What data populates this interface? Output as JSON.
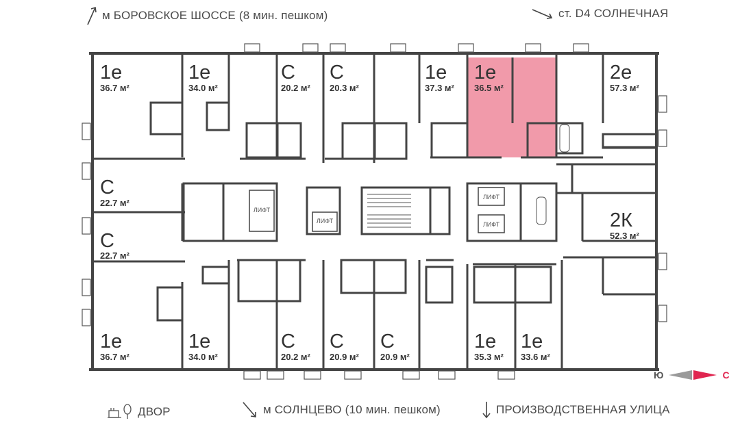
{
  "nav": {
    "top_left": "м БОРОВСКОЕ ШОССЕ (8 мин. пешком)",
    "top_right": "ст. D4 СОЛНЕЧНАЯ",
    "bottom_left": "ДВОР",
    "bottom_middle": "м СОЛНЦЕВО (10 мин. пешком)",
    "bottom_right": "ПРОИЗВОДСТВЕННАЯ УЛИЦА"
  },
  "compass": {
    "left": "Ю",
    "right": "С"
  },
  "lift_label": "ЛИФТ",
  "colors": {
    "highlight": "#f0a0b0",
    "wall": "#444444",
    "accent": "#e02650"
  },
  "apartments": [
    {
      "id": "a1",
      "type": "1е",
      "area": "36.7 м²"
    },
    {
      "id": "a2",
      "type": "1е",
      "area": "34.0 м²"
    },
    {
      "id": "a3",
      "type": "С",
      "area": "20.2 м²"
    },
    {
      "id": "a4",
      "type": "С",
      "area": "20.3 м²"
    },
    {
      "id": "a5",
      "type": "1е",
      "area": "37.3 м²"
    },
    {
      "id": "a6",
      "type": "1е",
      "area": "36.5 м²",
      "highlighted": true
    },
    {
      "id": "a7",
      "type": "2е",
      "area": "57.3 м²"
    },
    {
      "id": "a8",
      "type": "С",
      "area": "22.7 м²"
    },
    {
      "id": "a9",
      "type": "С",
      "area": "22.7 м²"
    },
    {
      "id": "a10",
      "type": "2К",
      "area": "52.3 м²"
    },
    {
      "id": "a11",
      "type": "1е",
      "area": "36.7 м²"
    },
    {
      "id": "a12",
      "type": "1е",
      "area": "34.0 м²"
    },
    {
      "id": "a13",
      "type": "С",
      "area": "20.2 м²"
    },
    {
      "id": "a14",
      "type": "С",
      "area": "20.9 м²"
    },
    {
      "id": "a15",
      "type": "С",
      "area": "20.9 м²"
    },
    {
      "id": "a16",
      "type": "1е",
      "area": "35.3 м²"
    },
    {
      "id": "a17",
      "type": "1е",
      "area": "33.6 м²"
    }
  ]
}
